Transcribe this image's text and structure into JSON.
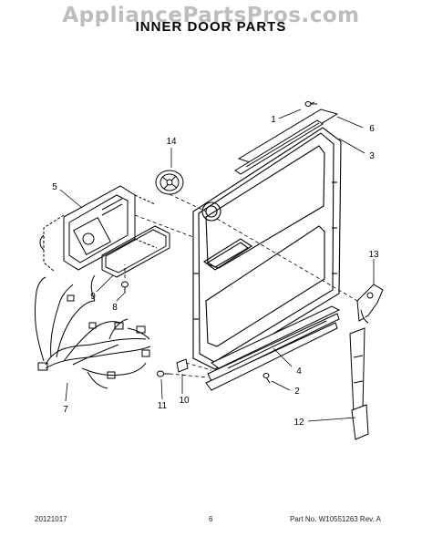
{
  "watermark": "AppliancePartsPros.com",
  "title": "INNER DOOR PARTS",
  "callouts": [
    "1",
    "2",
    "3",
    "4",
    "5",
    "6",
    "7",
    "8",
    "9",
    "10",
    "11",
    "12",
    "13",
    "14"
  ],
  "footer": {
    "date": "20121017",
    "page": "6",
    "part_number": "Part No. W10551263  Rev. A"
  }
}
